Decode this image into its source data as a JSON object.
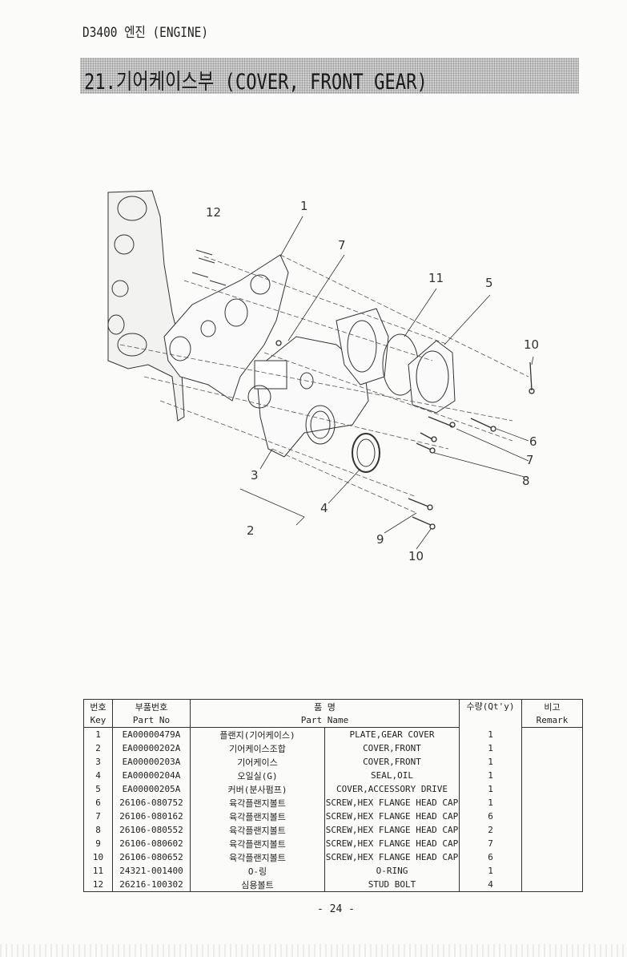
{
  "header": {
    "title": "D3400 엔진 (ENGINE)"
  },
  "section": {
    "title": "21.기어케이스부 (COVER, FRONT GEAR)"
  },
  "diagram": {
    "callouts": [
      "12",
      "1",
      "7",
      "11",
      "5",
      "10",
      "6",
      "7",
      "8",
      "3",
      "4",
      "2",
      "9",
      "10"
    ]
  },
  "table": {
    "headers_kr": [
      "번호",
      "부품번호",
      "품 명",
      "수량(Qt'y)",
      "비고"
    ],
    "headers_en": [
      "Key",
      "Part No",
      "Part Name",
      "",
      "Remark"
    ],
    "rows": [
      {
        "key": "1",
        "part_no": "EA00000479A",
        "name_kr": "플랜지(기어케이스)",
        "name_en": "PLATE,GEAR COVER",
        "qty": "1",
        "remark": ""
      },
      {
        "key": "2",
        "part_no": "EA00000202A",
        "name_kr": "기어케이스조합",
        "name_en": "COVER,FRONT",
        "qty": "1",
        "remark": ""
      },
      {
        "key": "3",
        "part_no": "EA00000203A",
        "name_kr": "기어케이스",
        "name_en": "COVER,FRONT",
        "qty": "1",
        "remark": ""
      },
      {
        "key": "4",
        "part_no": "EA00000204A",
        "name_kr": "오일실(G)",
        "name_en": "SEAL,OIL",
        "qty": "1",
        "remark": ""
      },
      {
        "key": "5",
        "part_no": "EA00000205A",
        "name_kr": "커버(분사펌프)",
        "name_en": "COVER,ACCESSORY DRIVE",
        "qty": "1",
        "remark": ""
      },
      {
        "key": "6",
        "part_no": "26106-080752",
        "name_kr": "육각플랜지볼트",
        "name_en": "SCREW,HEX FLANGE HEAD CAP",
        "qty": "1",
        "remark": ""
      },
      {
        "key": "7",
        "part_no": "26106-080162",
        "name_kr": "육각플랜지볼트",
        "name_en": "SCREW,HEX FLANGE HEAD CAP",
        "qty": "6",
        "remark": ""
      },
      {
        "key": "8",
        "part_no": "26106-080552",
        "name_kr": "육각플랜지볼트",
        "name_en": "SCREW,HEX FLANGE HEAD CAP",
        "qty": "2",
        "remark": ""
      },
      {
        "key": "9",
        "part_no": "26106-080602",
        "name_kr": "육각플랜지볼트",
        "name_en": "SCREW,HEX FLANGE HEAD CAP",
        "qty": "7",
        "remark": ""
      },
      {
        "key": "10",
        "part_no": "26106-080652",
        "name_kr": "육각플랜지볼트",
        "name_en": "SCREW,HEX FLANGE HEAD CAP",
        "qty": "6",
        "remark": ""
      },
      {
        "key": "11",
        "part_no": "24321-001400",
        "name_kr": "O-링",
        "name_en": "O-RING",
        "qty": "1",
        "remark": ""
      },
      {
        "key": "12",
        "part_no": "26216-100302",
        "name_kr": "심용볼트",
        "name_en": "STUD BOLT",
        "qty": "4",
        "remark": ""
      }
    ]
  },
  "footer": {
    "page": "- 24 -"
  }
}
